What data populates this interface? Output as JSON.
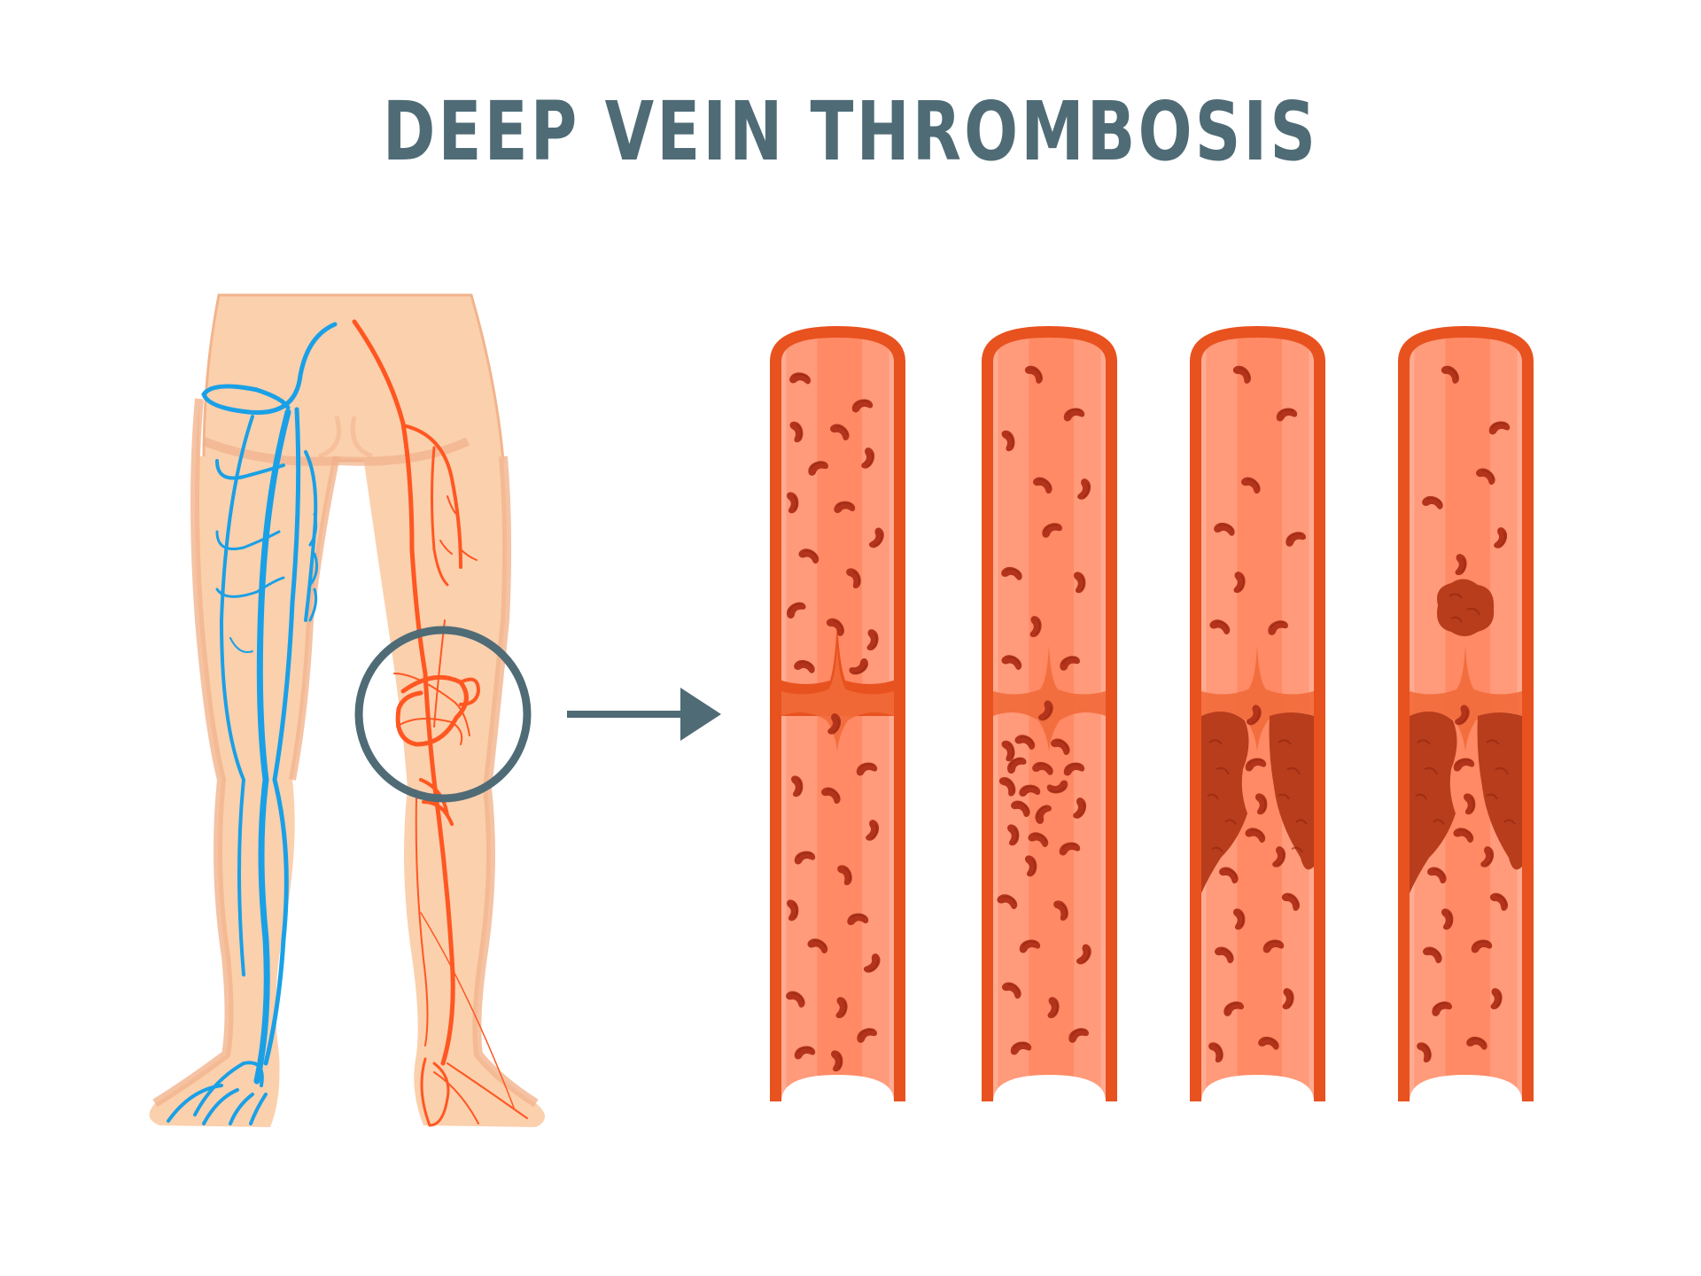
{
  "title": "DEEP VEIN THROMBOSIS",
  "colors": {
    "title": "#4f6b76",
    "skin": "#fbd0ad",
    "skin_shadow": "#f2b48d",
    "vein": "#1aa0e6",
    "artery": "#ff5722",
    "magnifier": "#4f6b76",
    "vessel_wall": "#e8521f",
    "lumen": "#ff8a65",
    "lumen_light": "#ffab91",
    "blood_cell": "#b3341b",
    "clot": "#b83d1c"
  },
  "illustration": {
    "legs": {
      "left_leg_vessels": "veins (blue)",
      "right_leg_vessels": "arteries (orange)",
      "magnified_region": "knee (popliteal)"
    },
    "arrow": "points from magnified knee to vessel cross-sections",
    "vessels": [
      {
        "stage": 1,
        "state": "normal blood flow through valve"
      },
      {
        "stage": 2,
        "state": "blood cells accumulating below valve"
      },
      {
        "stage": 3,
        "state": "thrombus formed in valve pockets"
      },
      {
        "stage": 4,
        "state": "clot fragment (embolus) detaching above valve"
      }
    ]
  }
}
